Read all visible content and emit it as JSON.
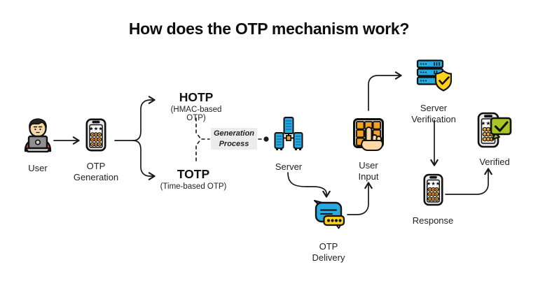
{
  "title": "How does the OTP mechanism work?",
  "nodes": {
    "user": {
      "label": "User",
      "icon": "user-at-laptop-icon"
    },
    "otp_generation": {
      "label": "OTP Generation",
      "icon": "otp-phone-icon"
    },
    "server": {
      "label": "Server",
      "icon": "server-cluster-icon"
    },
    "otp_delivery": {
      "label": "OTP Delivery",
      "icon": "message-bubbles-icon"
    },
    "user_input": {
      "label": "User Input",
      "icon": "keypad-hand-icon"
    },
    "server_verification": {
      "label": "Server Verification",
      "icon": "server-shield-check-icon"
    },
    "response": {
      "label": "Response",
      "icon": "otp-phone-icon"
    },
    "verified": {
      "label": "Verified",
      "icon": "phone-check-bubble-icon"
    }
  },
  "branches": {
    "hotp": {
      "name": "HOTP",
      "description": "(HMAC-based OTP)"
    },
    "totp": {
      "name": "TOTP",
      "description": "(Time-based OTP)"
    }
  },
  "process": {
    "label": "Generation Process"
  },
  "colors": {
    "accent_blue": "#2aa9e1",
    "accent_orange": "#f5a11f",
    "accent_yellow": "#fdd21f",
    "accent_green": "#a8c722",
    "accent_red": "#e8453a",
    "skin": "#f6d7a9",
    "line": "#1a1a1a",
    "process_box_bg": "#ececec"
  }
}
